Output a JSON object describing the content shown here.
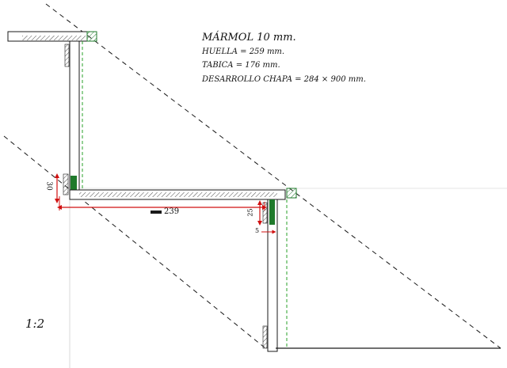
{
  "notes": {
    "marmol": "MÁRMOL 10 mm.",
    "huella": "HUELLA = 259 mm.",
    "tabica": "TABICA = 176 mm.",
    "desarrollo": "DESARROLLO CHAPA = 284 × 900 mm."
  },
  "dimensions": {
    "tread_width": "239",
    "left_height": "30",
    "right_height": "25",
    "small_gap": "5"
  },
  "scale": "1:2",
  "colors": {
    "ink": "#1a1a1a",
    "dimension_red": "#d01010",
    "fill_green": "#1f7a2b",
    "dash_green": "#2aa02a"
  }
}
